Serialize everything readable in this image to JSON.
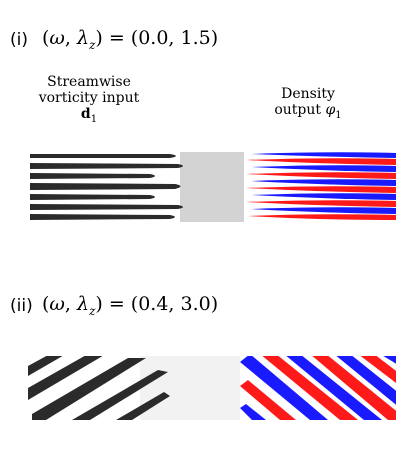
{
  "panels": [
    {
      "label": "(i)",
      "equation": "(ω, λz) = (0.0, 1.5)",
      "input_label": {
        "line1": "Streamwise",
        "line2": "vorticity input",
        "symbol": "d",
        "subscript": "1"
      },
      "output_label": {
        "line1": "Density",
        "line2": "output",
        "symbol": "φ",
        "subscript": "1"
      }
    },
    {
      "label": "(ii)",
      "equation": "(ω, λz) = (0.4, 3.0)"
    }
  ],
  "colors": {
    "streak_dark": "#2b2b2b",
    "gap_gray": "#d3d3d3",
    "light_gray": "#f2f2f2",
    "red": "#ff1a1a",
    "blue": "#1a1aff"
  }
}
